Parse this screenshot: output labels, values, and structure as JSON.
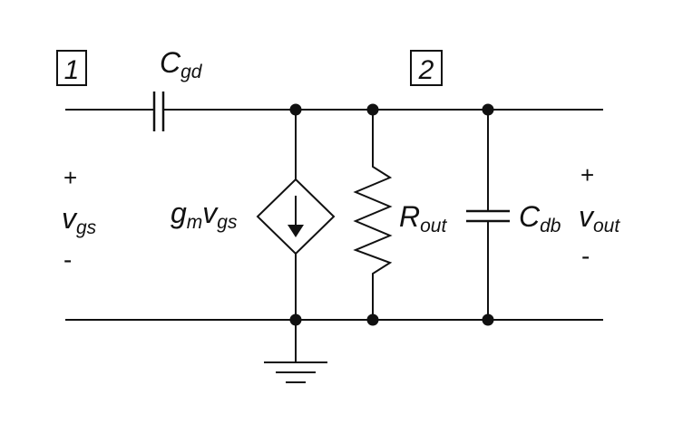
{
  "colors": {
    "ink": "#111111",
    "background": "#ffffff"
  },
  "nodes": [
    {
      "id": "node-1",
      "label": "1"
    },
    {
      "id": "node-2",
      "label": "2"
    }
  ],
  "components": {
    "cgd": {
      "symbol": "C",
      "subscript": "gd"
    },
    "current_source": {
      "coef": "g",
      "coef_sub": "m",
      "var": "v",
      "var_sub": "gs"
    },
    "rout": {
      "symbol": "R",
      "subscript": "out"
    },
    "cdb": {
      "symbol": "C",
      "subscript": "db"
    }
  },
  "ports": {
    "input": {
      "plus": "+",
      "var": "v",
      "sub": "gs",
      "minus": "-"
    },
    "output": {
      "plus": "+",
      "var": "v",
      "sub": "out",
      "minus": "-"
    }
  },
  "icons": [
    "ground-icon",
    "dependent-current-source-icon",
    "resistor-icon",
    "capacitor-icon",
    "junction-dot-icon"
  ]
}
